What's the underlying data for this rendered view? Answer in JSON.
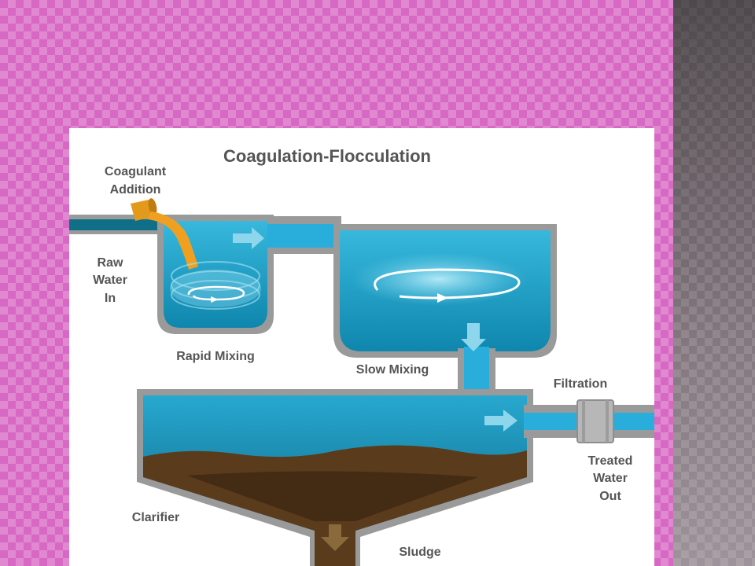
{
  "diagram": {
    "title": "Coagulation-Flocculation",
    "labels": {
      "coagulant": [
        "Coagulant",
        "Addition"
      ],
      "raw_water": [
        "Raw",
        "Water",
        "In"
      ],
      "rapid_mixing": "Rapid Mixing",
      "slow_mixing": "Slow Mixing",
      "filtration": "Filtration",
      "treated_water": [
        "Treated",
        "Water",
        "Out"
      ],
      "clarifier": "Clarifier",
      "sludge": "Sludge"
    },
    "colors": {
      "water": "#1fa2c8",
      "pipe_wall": "#9a9a9a",
      "sludge": "#5a3b1c",
      "coagulant": "#f0a020",
      "flow_arrow": "#8dd6ec",
      "text": "#555555"
    }
  }
}
